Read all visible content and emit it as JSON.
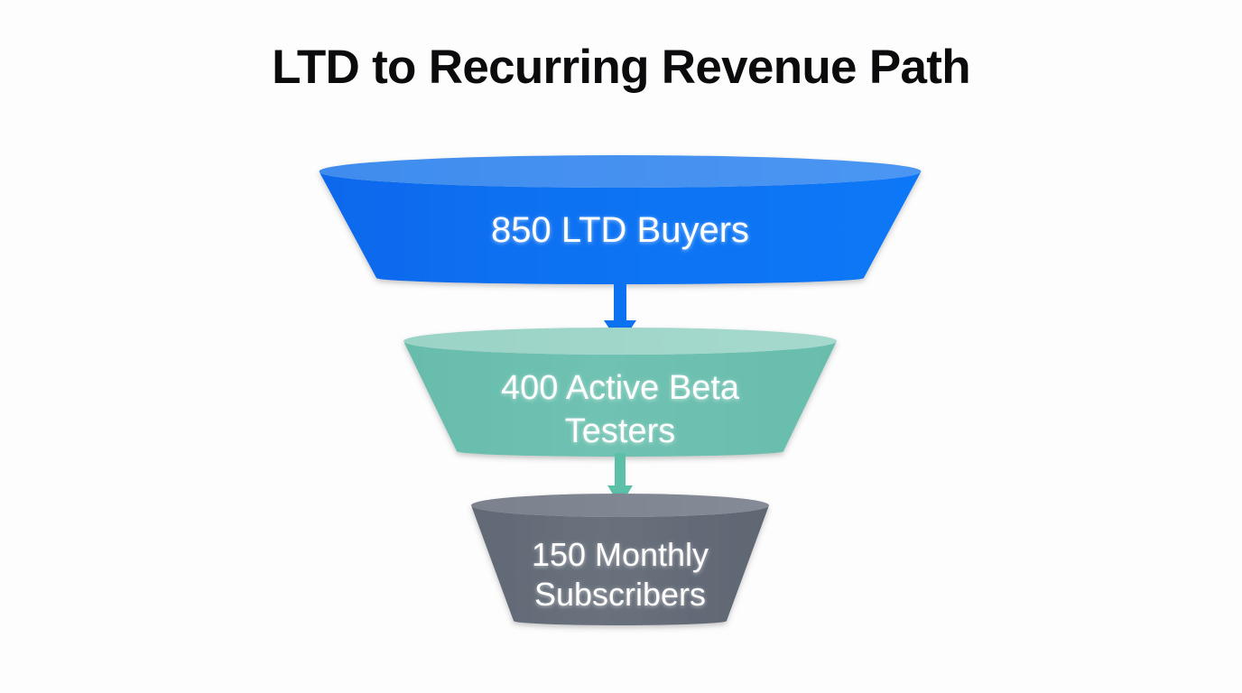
{
  "title": "LTD to Recurring Revenue Path",
  "background_color": "#fdfdfd",
  "title_color": "#0b0b0d",
  "chart_data": {
    "type": "funnel",
    "title": "LTD to Recurring Revenue Path",
    "xlabel": "",
    "ylabel": "",
    "orientation": "vertical",
    "label_color": "#ffffff",
    "categories": [
      "LTD Buyers",
      "Active Beta Testers",
      "Monthly Subscribers"
    ],
    "values": [
      850,
      400,
      150
    ],
    "stages": [
      {
        "label": "850 LTD Buyers",
        "label_lines": [
          "850 LTD Buyers"
        ],
        "value": 850,
        "name": "LTD Buyers",
        "color": "#0d72f2",
        "top_color": "#4391f0",
        "top_width": 667,
        "bottom_width": 540
      },
      {
        "label": "400 Active Beta Testers",
        "label_lines": [
          "400 Active Beta",
          "Testers"
        ],
        "value": 400,
        "name": "Active Beta Testers",
        "color": "#6cbfb0",
        "top_color": "#9ed5c9",
        "top_width": 480,
        "bottom_width": 360
      },
      {
        "label": "150 Monthly Subscribers",
        "label_lines": [
          "150 Monthly",
          "Subscribers"
        ],
        "value": 150,
        "name": "Monthly Subscribers",
        "color": "#646c79",
        "top_color": "#7e858f",
        "top_width": 330,
        "bottom_width": 234
      }
    ],
    "connectors": [
      {
        "from": "LTD Buyers",
        "to": "Active Beta Testers",
        "color": "#0d72f2",
        "direction": "down"
      },
      {
        "from": "Active Beta Testers",
        "to": "Monthly Subscribers",
        "color": "#5cbfa8",
        "direction": "down"
      }
    ]
  }
}
